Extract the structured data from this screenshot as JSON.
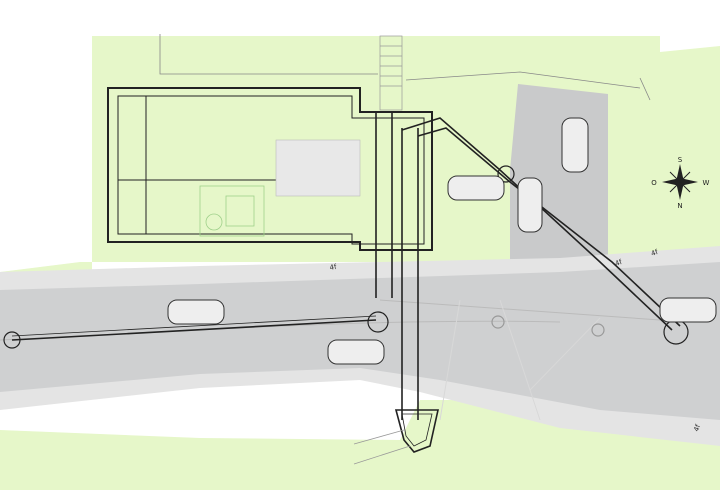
{
  "colors": {
    "grass": "#e6f7c9",
    "road": "#cfd0d1",
    "road_dark": "#bdbebf",
    "sidewalk": "#e4e4e4",
    "parking": "#c9cacb",
    "line": "#222222",
    "thin": "#8a8a8a"
  },
  "compass": {
    "n": "N",
    "s": "S",
    "w": "W",
    "o": "O"
  },
  "road_labels": [
    "4f",
    "4f",
    "4f",
    "4f"
  ]
}
